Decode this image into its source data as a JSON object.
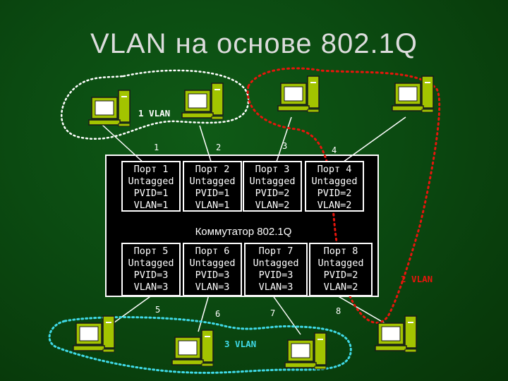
{
  "title": "VLAN на основе 802.1Q",
  "switch_caption": "Коммутатор 802.1Q",
  "top_ports": [
    {
      "name": "Порт 1",
      "mode": "Untagged",
      "pvid": "PVID=1",
      "vlan": "VLAN=1"
    },
    {
      "name": "Порт 2",
      "mode": "Untagged",
      "pvid": "PVID=1",
      "vlan": "VLAN=1"
    },
    {
      "name": "Порт 3",
      "mode": "Untagged",
      "pvid": "PVID=2",
      "vlan": "VLAN=2"
    },
    {
      "name": "Порт 4",
      "mode": "Untagged",
      "pvid": "PVID=2",
      "vlan": "VLAN=2"
    }
  ],
  "bottom_ports": [
    {
      "name": "Порт 5",
      "mode": "Untagged",
      "pvid": "PVID=3",
      "vlan": "VLAN=3"
    },
    {
      "name": "Порт 6",
      "mode": "Untagged",
      "pvid": "PVID=3",
      "vlan": "VLAN=3"
    },
    {
      "name": "Порт 7",
      "mode": "Untagged",
      "pvid": "PVID=3",
      "vlan": "VLAN=3"
    },
    {
      "name": "Порт 8",
      "mode": "Untagged",
      "pvid": "PVID=2",
      "vlan": "VLAN=2"
    }
  ],
  "link_numbers": {
    "top": [
      "1",
      "2",
      "3",
      "4"
    ],
    "bottom": [
      "5",
      "6",
      "7",
      "8"
    ]
  },
  "vlan_groups": {
    "vlan1": {
      "label": "1 VLAN",
      "color": "#ffffff"
    },
    "vlan2": {
      "label": "2 VLAN",
      "color": "#e8150c"
    },
    "vlan3": {
      "label": "3 VLAN",
      "color": "#3fd9e6"
    }
  },
  "colors": {
    "background": "#0b4a11",
    "computer": "#a3c400",
    "title": "#dcdcdc"
  }
}
